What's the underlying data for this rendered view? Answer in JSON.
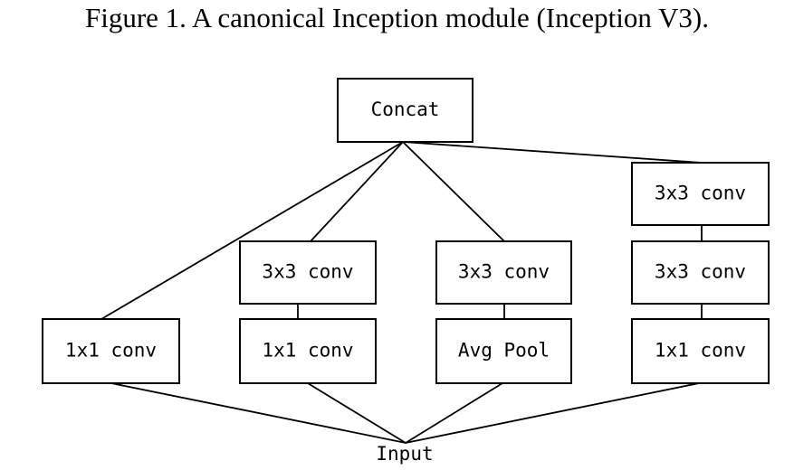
{
  "caption": "Figure 1. A canonical Inception module (Inception V3).",
  "nodes": {
    "concat": "Concat",
    "input": "Input",
    "branch1_conv1x1": "1x1 conv",
    "branch2_conv3x3": "3x3 conv",
    "branch2_conv1x1": "1x1 conv",
    "branch3_conv3x3": "3x3 conv",
    "branch3_avgpool": "Avg Pool",
    "branch4_conv3x3_top": "3x3 conv",
    "branch4_conv3x3_mid": "3x3 conv",
    "branch4_conv1x1": "1x1 conv"
  },
  "edges": [
    [
      "input",
      "branch1_conv1x1"
    ],
    [
      "input",
      "branch2_conv1x1"
    ],
    [
      "input",
      "branch3_avgpool"
    ],
    [
      "input",
      "branch4_conv1x1"
    ],
    [
      "branch2_conv1x1",
      "branch2_conv3x3"
    ],
    [
      "branch3_avgpool",
      "branch3_conv3x3"
    ],
    [
      "branch4_conv1x1",
      "branch4_conv3x3_mid"
    ],
    [
      "branch4_conv3x3_mid",
      "branch4_conv3x3_top"
    ],
    [
      "branch1_conv1x1",
      "concat"
    ],
    [
      "branch2_conv3x3",
      "concat"
    ],
    [
      "branch3_conv3x3",
      "concat"
    ],
    [
      "branch4_conv3x3_top",
      "concat"
    ]
  ]
}
